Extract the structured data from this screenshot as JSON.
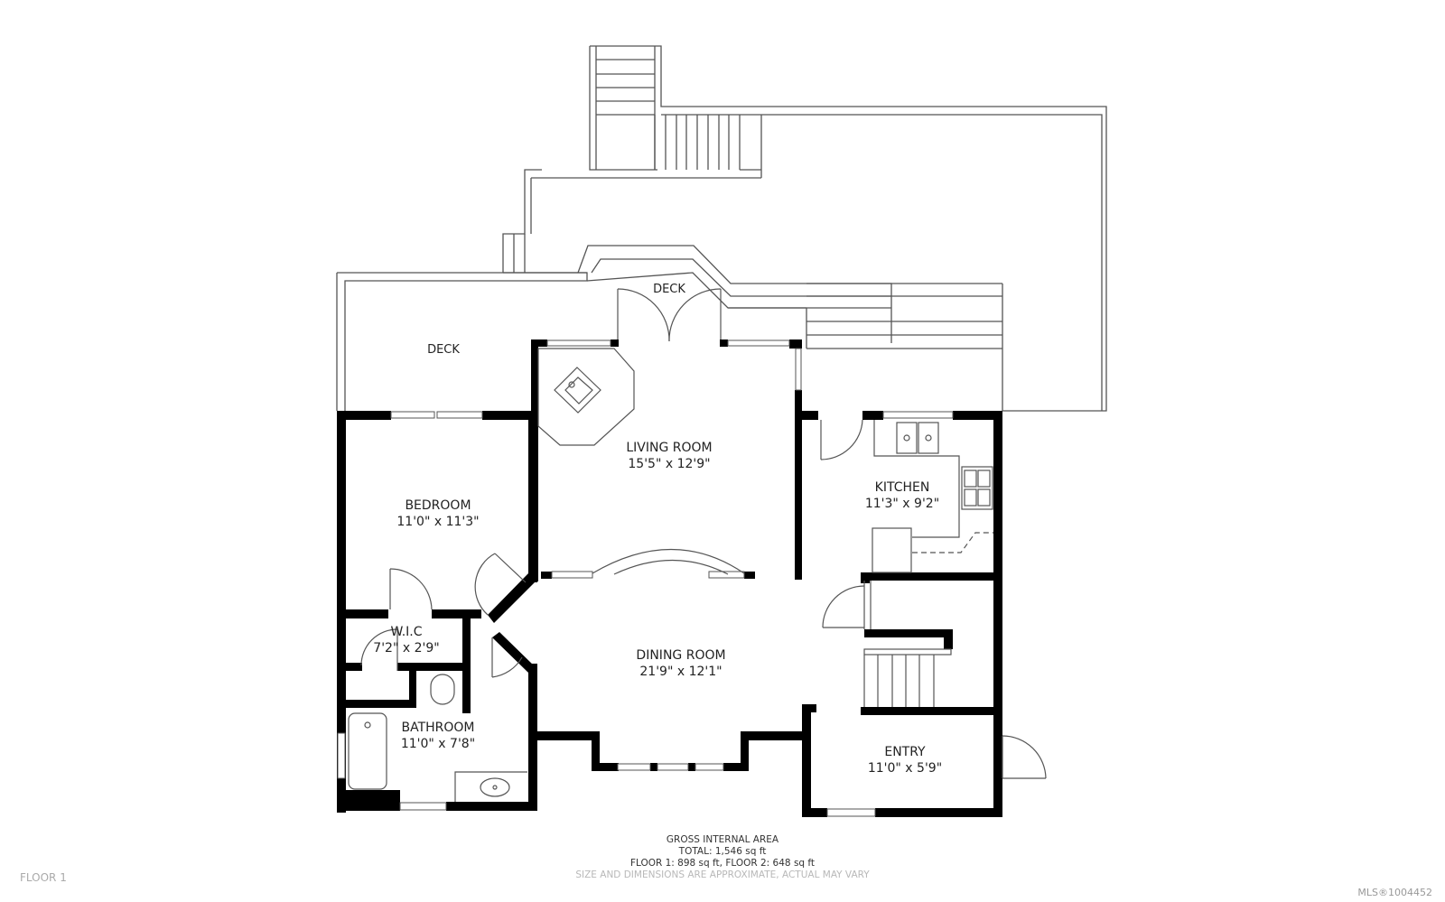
{
  "plan": {
    "floor_tag": "FLOOR 1",
    "mls": "MLS®1004452",
    "colors": {
      "wall": "#000000",
      "line": "#555555",
      "background": "#ffffff",
      "note": "#b8b8b8"
    }
  },
  "decks": [
    {
      "label": "DECK",
      "id": "deck-left"
    },
    {
      "label": "DECK",
      "id": "deck-top"
    }
  ],
  "rooms": [
    {
      "id": "living-room",
      "name": "LIVING ROOM",
      "dims": "15'5\" x 12'9\""
    },
    {
      "id": "kitchen",
      "name": "KITCHEN",
      "dims": "11'3\" x 9'2\""
    },
    {
      "id": "bedroom",
      "name": "BEDROOM",
      "dims": "11'0\" x 11'3\""
    },
    {
      "id": "wic",
      "name": "W.I.C",
      "dims": "7'2\" x 2'9\""
    },
    {
      "id": "dining-room",
      "name": "DINING ROOM",
      "dims": "21'9\" x 12'1\""
    },
    {
      "id": "bathroom",
      "name": "BATHROOM",
      "dims": "11'0\" x 7'8\""
    },
    {
      "id": "entry",
      "name": "ENTRY",
      "dims": "11'0\" x 5'9\""
    }
  ],
  "area": {
    "title": "GROSS INTERNAL AREA",
    "total": "TOTAL: 1,546 sq ft",
    "floors": "FLOOR 1: 898 sq ft, FLOOR 2: 648 sq ft",
    "disclaimer": "SIZE AND DIMENSIONS ARE APPROXIMATE, ACTUAL MAY VARY"
  }
}
